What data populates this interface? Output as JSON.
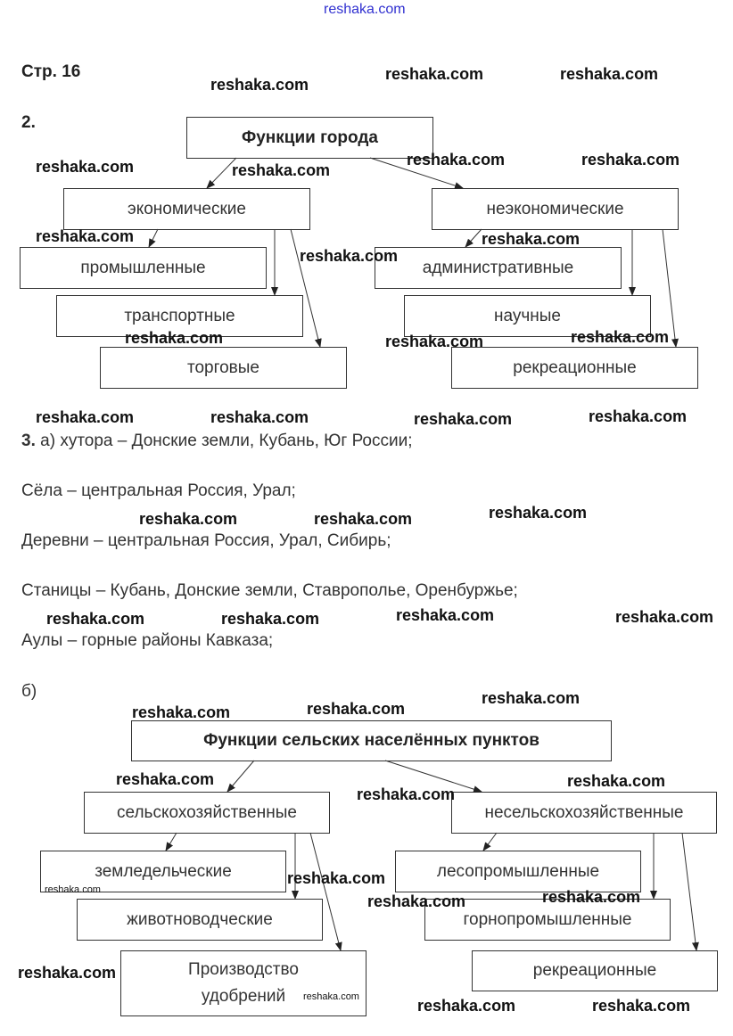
{
  "header_watermark": "reshaka.com",
  "page_label": "Стр. 16",
  "task2": {
    "number": "2.",
    "title": "Функции города",
    "left": {
      "label": "экономические",
      "children": [
        "промышленные",
        "транспортные",
        "торговые"
      ]
    },
    "right": {
      "label": "неэкономические",
      "children": [
        "административные",
        "научные",
        "рекреационные"
      ]
    }
  },
  "task3": {
    "number": "3.",
    "part_a_lines": [
      "а) хутора – Донские земли, Кубань, Юг России;",
      "Сёла – центральная Россия, Урал;",
      "Деревни – центральная Россия, Урал, Сибирь;",
      "Станицы – Кубань, Донские земли, Ставрополье, Оренбуржье;",
      "Аулы – горные районы Кавказа;"
    ],
    "part_b_label": "б)",
    "diagram": {
      "title": "Функции сельских населённых пунктов",
      "left": {
        "label": "сельскохозяйственные",
        "children": [
          "земледельческие",
          "животноводческие",
          "Производство удобрений"
        ]
      },
      "right": {
        "label": "несельскохозяйственные",
        "children": [
          "лесопромышленные",
          "горнопромышленные",
          "рекреационные"
        ]
      }
    }
  },
  "watermark": "reshaka.com"
}
